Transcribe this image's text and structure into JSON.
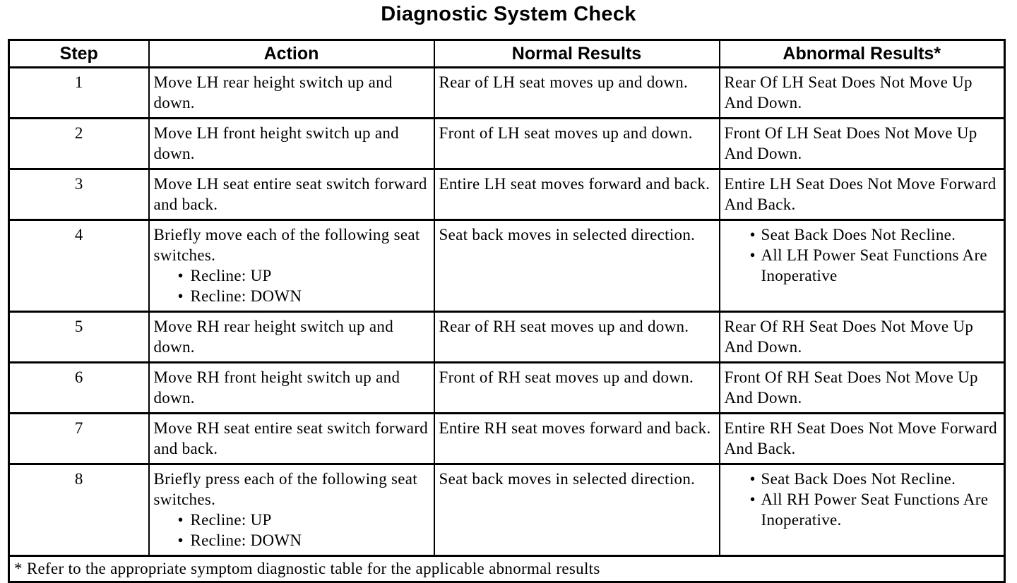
{
  "title": "Diagnostic System Check",
  "table": {
    "headers": {
      "step": "Step",
      "action": "Action",
      "normal": "Normal Results",
      "abnormal": "Abnormal Results*"
    },
    "rows": [
      {
        "step": "1",
        "action": "Move LH rear height switch up and down.",
        "normal": "Rear of LH seat moves up and down.",
        "abnormal": "Rear Of LH Seat Does Not Move Up And Down."
      },
      {
        "step": "2",
        "action": "Move LH front height switch up and down.",
        "normal": "Front of LH seat moves up and down.",
        "abnormal": "Front Of LH Seat Does Not Move Up And Down."
      },
      {
        "step": "3",
        "action": "Move LH seat entire seat switch forward and back.",
        "normal": "Entire LH seat moves forward and back.",
        "abnormal": "Entire LH Seat Does Not Move Forward And Back."
      },
      {
        "step": "4",
        "action": "Briefly move each of the following seat switches.",
        "action_bullets": [
          "Recline: UP",
          "Recline: DOWN"
        ],
        "normal": "Seat back moves in selected direction.",
        "abnormal_bullets": [
          "Seat Back Does Not Recline.",
          "All LH Power Seat Functions Are Inoperative"
        ]
      },
      {
        "step": "5",
        "action": "Move RH rear height switch up and down.",
        "normal": "Rear of RH seat moves up and down.",
        "abnormal": "Rear Of RH Seat Does Not Move Up And Down."
      },
      {
        "step": "6",
        "action": "Move RH front height switch up and down.",
        "normal": "Front of RH seat moves up and down.",
        "abnormal": "Front Of RH Seat Does Not Move Up And Down."
      },
      {
        "step": "7",
        "action": "Move RH seat entire seat switch forward and back.",
        "normal": "Entire RH seat moves forward and back.",
        "abnormal": "Entire RH Seat Does Not Move Forward And Back."
      },
      {
        "step": "8",
        "action": "Briefly press each of the following seat switches.",
        "action_bullets": [
          "Recline: UP",
          "Recline: DOWN"
        ],
        "normal": "Seat back moves in selected direction.",
        "abnormal_bullets": [
          "Seat Back Does Not Recline.",
          "All RH Power Seat Functions Are Inoperative."
        ]
      }
    ],
    "footnote": "* Refer to the appropriate symptom diagnostic table for the applicable abnormal results"
  }
}
